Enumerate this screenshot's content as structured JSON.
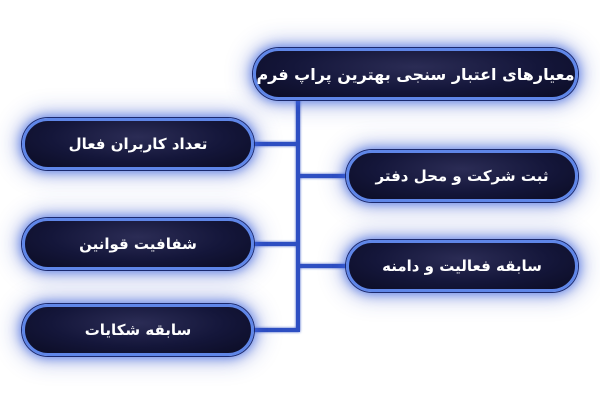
{
  "diagram": {
    "title": "معیارهای اعتبار سنجی بهترین پراپ فرم",
    "right_items": [
      {
        "label": "ثبت شرکت و محل دفتر"
      },
      {
        "label": "سابقه فعالیت و دامنه"
      }
    ],
    "left_items": [
      {
        "label": "تعداد کاربران فعال"
      },
      {
        "label": "شفافیت قوانین"
      },
      {
        "label": "سابقه شکایات"
      }
    ]
  },
  "colors": {
    "node_fill": "#14163a",
    "node_border": "#5f86e8",
    "connector": "#2f4fc2",
    "text": "#ffffff",
    "background": "#ffffff"
  }
}
